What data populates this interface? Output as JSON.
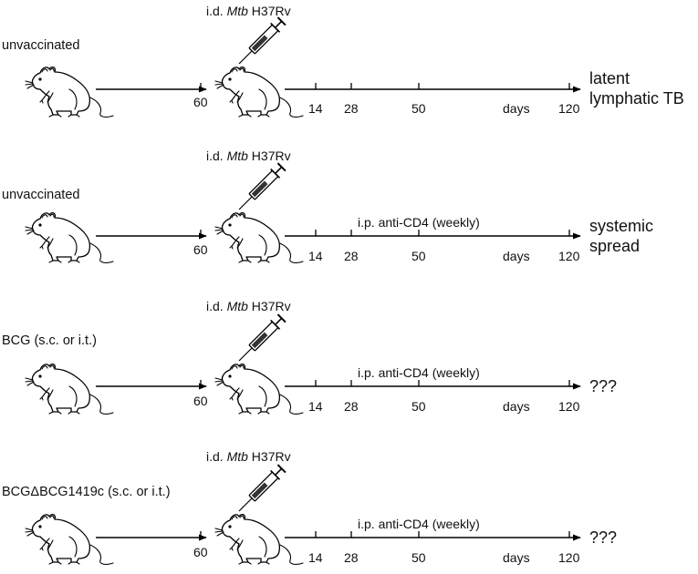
{
  "rows": [
    {
      "group": "unvaccinated",
      "infection_prefix": "i.d. ",
      "infection_italic": "Mtb",
      "infection_suffix": " H37Rv",
      "pre_day": "60",
      "treatment": "",
      "days": [
        "14",
        "28",
        "50",
        "120"
      ],
      "days_label": "days",
      "outcome_line1": "latent",
      "outcome_line2": "lymphatic TB"
    },
    {
      "group": "unvaccinated",
      "infection_prefix": "i.d. ",
      "infection_italic": "Mtb",
      "infection_suffix": " H37Rv",
      "pre_day": "60",
      "treatment": "i.p. anti-CD4 (weekly)",
      "days": [
        "14",
        "28",
        "50",
        "120"
      ],
      "days_label": "days",
      "outcome_line1": "systemic",
      "outcome_line2": "spread"
    },
    {
      "group": "BCG (s.c. or i.t.)",
      "infection_prefix": "i.d. ",
      "infection_italic": "Mtb",
      "infection_suffix": " H37Rv",
      "pre_day": "60",
      "treatment": "i.p. anti-CD4 (weekly)",
      "days": [
        "14",
        "28",
        "50",
        "120"
      ],
      "days_label": "days",
      "outcome_line1": "???",
      "outcome_line2": ""
    },
    {
      "group": "BCGΔBCG1419c (s.c. or i.t.)",
      "infection_prefix": "i.d. ",
      "infection_italic": "Mtb",
      "infection_suffix": " H37Rv",
      "pre_day": "60",
      "treatment": "i.p. anti-CD4 (weekly)",
      "days": [
        "14",
        "28",
        "50",
        "120"
      ],
      "days_label": "days",
      "outcome_line1": "???",
      "outcome_line2": ""
    }
  ],
  "icons": {
    "animal": "mouse-icon",
    "injection": "syringe-icon"
  }
}
